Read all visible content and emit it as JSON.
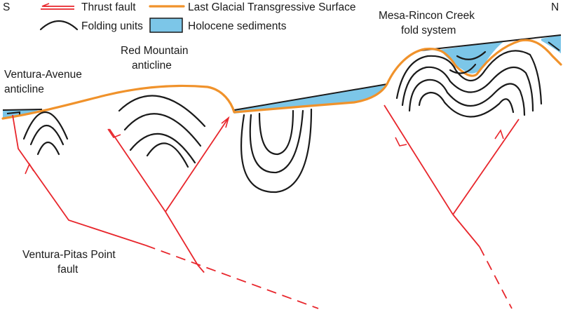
{
  "orientation": {
    "south": "S",
    "north": "N"
  },
  "legend": {
    "thrust_fault": "Thrust fault",
    "folding_units": "Folding units",
    "lgts": "Last Glacial Transgressive Surface",
    "holocene": "Holocene sediments"
  },
  "labels": {
    "ventura_avenue": [
      "Ventura-Avenue",
      "anticline"
    ],
    "red_mountain": [
      "Red Mountain",
      "anticline"
    ],
    "mesa_rincon": [
      "Mesa-Rincon Creek",
      "fold system"
    ],
    "ventura_pitas": [
      "Ventura-Pitas Point",
      "fault"
    ]
  },
  "colors": {
    "fault": "#e8262c",
    "lgts": "#f0922b",
    "holocene": "#7cc6e8",
    "folds": "#1a1a1a"
  }
}
